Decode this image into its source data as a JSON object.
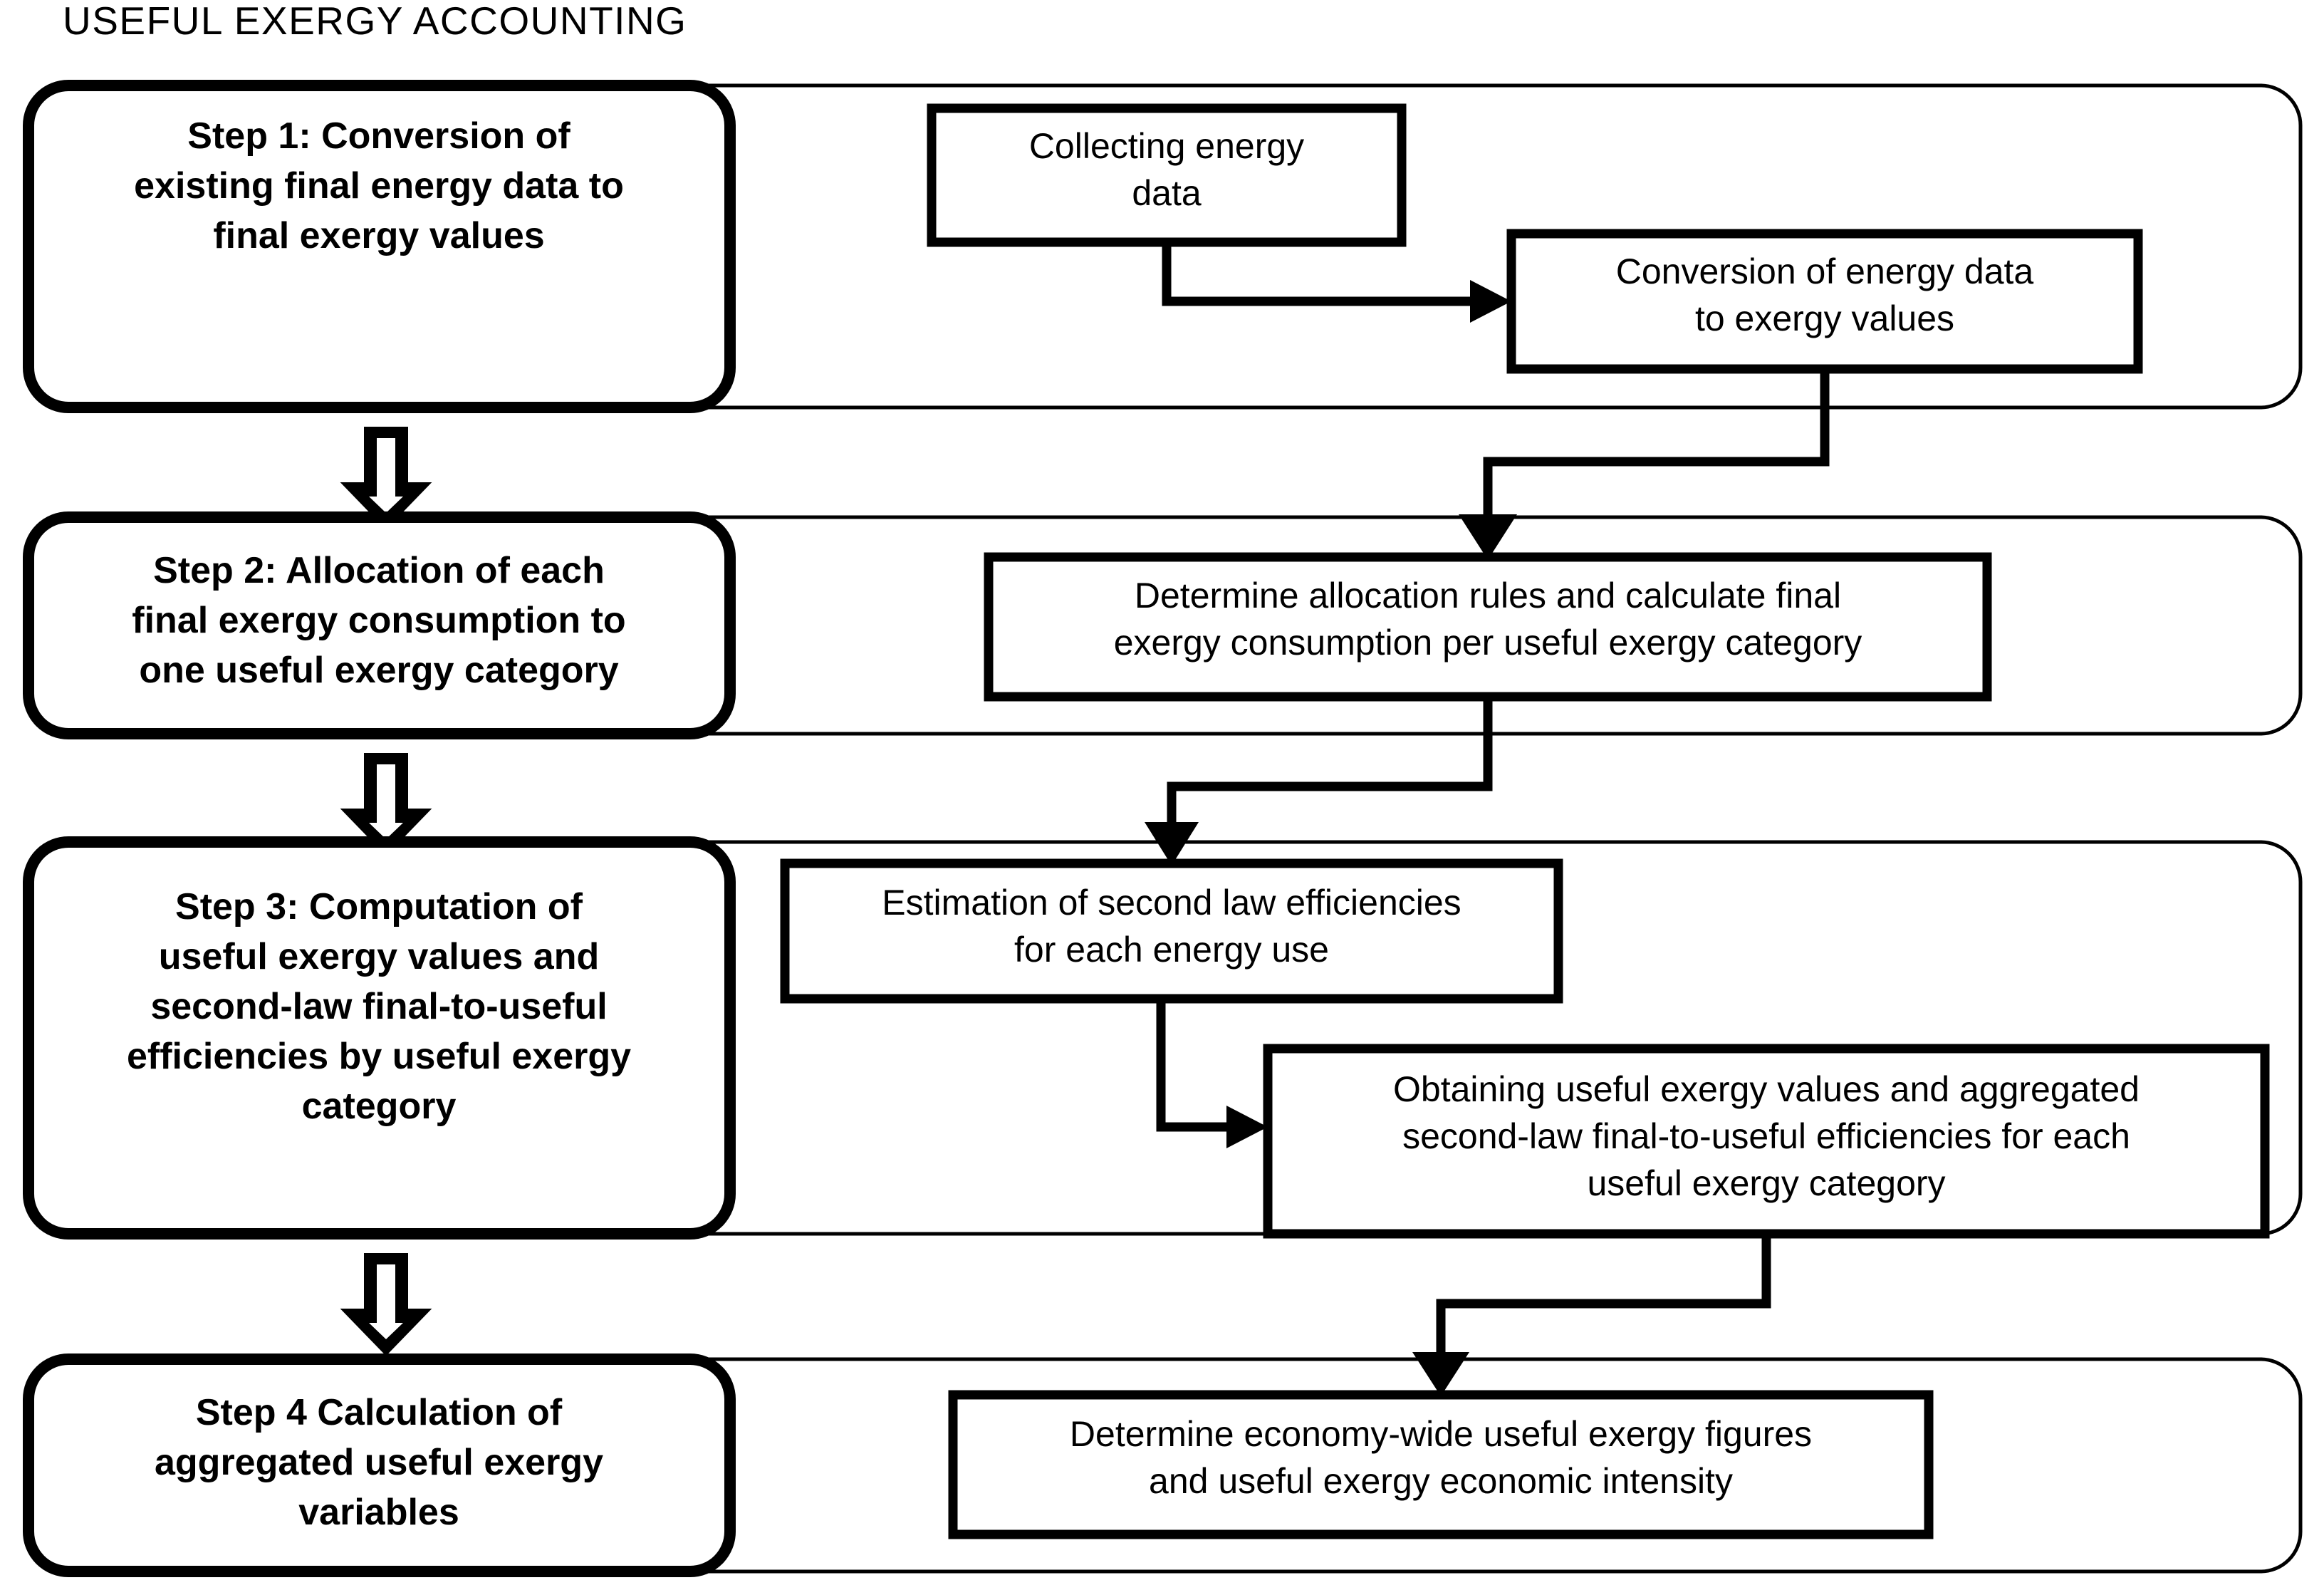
{
  "title": "USEFUL EXERGY ACCOUNTING",
  "colors": {
    "stroke": "#000000",
    "fill": "#ffffff",
    "text": "#000000"
  },
  "steps": [
    {
      "id": "step-1",
      "lines": [
        "Step 1: Conversion of",
        "existing final energy data to",
        "final exergy values"
      ],
      "processes": [
        {
          "id": "collecting-energy-data",
          "lines": [
            "Collecting energy",
            "data"
          ]
        },
        {
          "id": "conversion-of-energy-data",
          "lines": [
            "Conversion of energy data",
            "to exergy values"
          ]
        }
      ]
    },
    {
      "id": "step-2",
      "lines": [
        "Step 2: Allocation of each",
        "final exergy consumption to",
        "one useful exergy category"
      ],
      "processes": [
        {
          "id": "determine-allocation-rules",
          "lines": [
            "Determine allocation rules and calculate final",
            "exergy consumption per useful exergy category"
          ]
        }
      ]
    },
    {
      "id": "step-3",
      "lines": [
        "Step 3: Computation of",
        "useful exergy values and",
        "second-law final-to-useful",
        "efficiencies by useful exergy",
        "category"
      ],
      "processes": [
        {
          "id": "estimation-second-law-efficiencies",
          "lines": [
            "Estimation of second law efficiencies",
            "for each energy use"
          ]
        },
        {
          "id": "obtaining-useful-exergy-values",
          "lines": [
            "Obtaining useful exergy values and aggregated",
            "second-law final-to-useful efficiencies for each",
            "useful exergy category"
          ]
        }
      ]
    },
    {
      "id": "step-4",
      "lines": [
        "Step 4 Calculation of",
        "aggregated useful exergy",
        "variables"
      ],
      "processes": [
        {
          "id": "determine-economy-wide-figures",
          "lines": [
            "Determine economy-wide useful exergy figures",
            "and useful exergy economic intensity"
          ]
        }
      ]
    }
  ],
  "connectors": [
    {
      "id": "collecting-to-conversion",
      "type": "arrow"
    },
    {
      "id": "conversion-to-allocation",
      "type": "arrow"
    },
    {
      "id": "allocation-to-estimation",
      "type": "arrow"
    },
    {
      "id": "estimation-to-obtaining",
      "type": "arrow"
    },
    {
      "id": "obtaining-to-economy-wide",
      "type": "arrow"
    },
    {
      "id": "step1-to-step2",
      "type": "block-arrow-down"
    },
    {
      "id": "step2-to-step3",
      "type": "block-arrow-down"
    },
    {
      "id": "step3-to-step4",
      "type": "block-arrow-down"
    }
  ]
}
